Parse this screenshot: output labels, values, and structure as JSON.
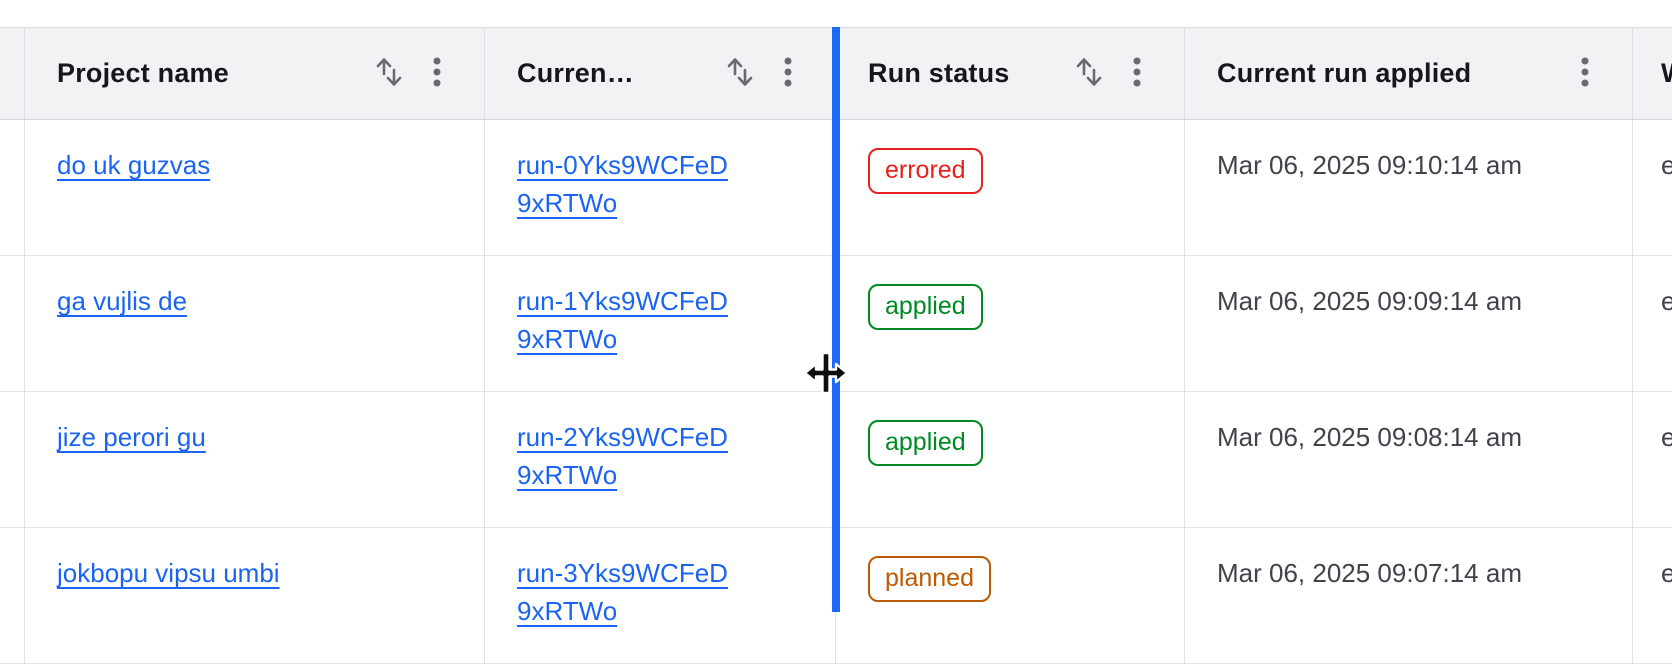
{
  "header": {
    "columns": [
      {
        "label": "Project name",
        "has_sort": true,
        "has_menu": true
      },
      {
        "label": "Current run",
        "has_sort": true,
        "has_menu": true
      },
      {
        "label": "Run status",
        "has_sort": true,
        "has_menu": true
      },
      {
        "label": "Current run applied",
        "has_sort": false,
        "has_menu": true
      },
      {
        "label": "W",
        "has_sort": false,
        "has_menu": false
      }
    ]
  },
  "rows": [
    {
      "project_name": "do uk guzvas",
      "current_run": "run-0Yks9WCFeD9xRTWo",
      "run_status": "errored",
      "current_run_applied": "Mar 06, 2025 09:10:14 am",
      "next_col_partial": "e"
    },
    {
      "project_name": "ga vujlis de",
      "current_run": "run-1Yks9WCFeD9xRTWo",
      "run_status": "applied",
      "current_run_applied": "Mar 06, 2025 09:09:14 am",
      "next_col_partial": "e"
    },
    {
      "project_name": "jize perori gu",
      "current_run": "run-2Yks9WCFeD9xRTWo",
      "run_status": "applied",
      "current_run_applied": "Mar 06, 2025 09:08:14 am",
      "next_col_partial": "e"
    },
    {
      "project_name": "jokbopu vipsu umbi",
      "current_run": "run-3Yks9WCFeD9xRTWo",
      "run_status": "planned",
      "current_run_applied": "Mar 06, 2025 09:07:14 am",
      "next_col_partial": "e"
    }
  ],
  "status_colors": {
    "errored": "#e5221d",
    "applied": "#008a22",
    "planned": "#bb5a00"
  },
  "resize_indicator": {
    "line_color": "#1c68f7",
    "cursor": "col-resize"
  },
  "colors": {
    "header_bg": "#f1f2f4",
    "border": "#e1e2e5",
    "link": "#1b64f2",
    "body_text": "#40434b",
    "header_text": "#15171c"
  }
}
